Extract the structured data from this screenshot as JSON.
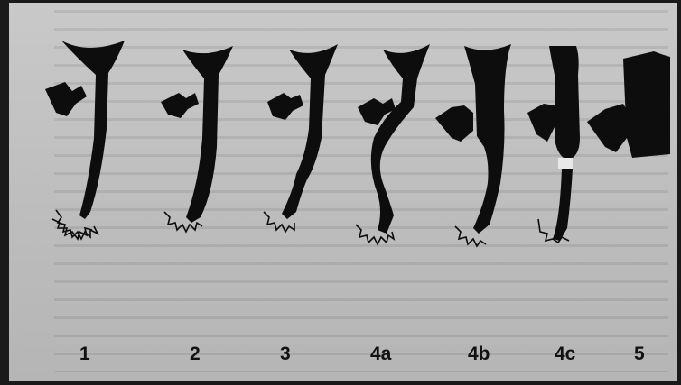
{
  "figure": {
    "stages": [
      {
        "label": "1"
      },
      {
        "label": "2"
      },
      {
        "label": "3"
      },
      {
        "label": "4a"
      },
      {
        "label": "4b"
      },
      {
        "label": "4c"
      },
      {
        "label": "5"
      }
    ]
  }
}
